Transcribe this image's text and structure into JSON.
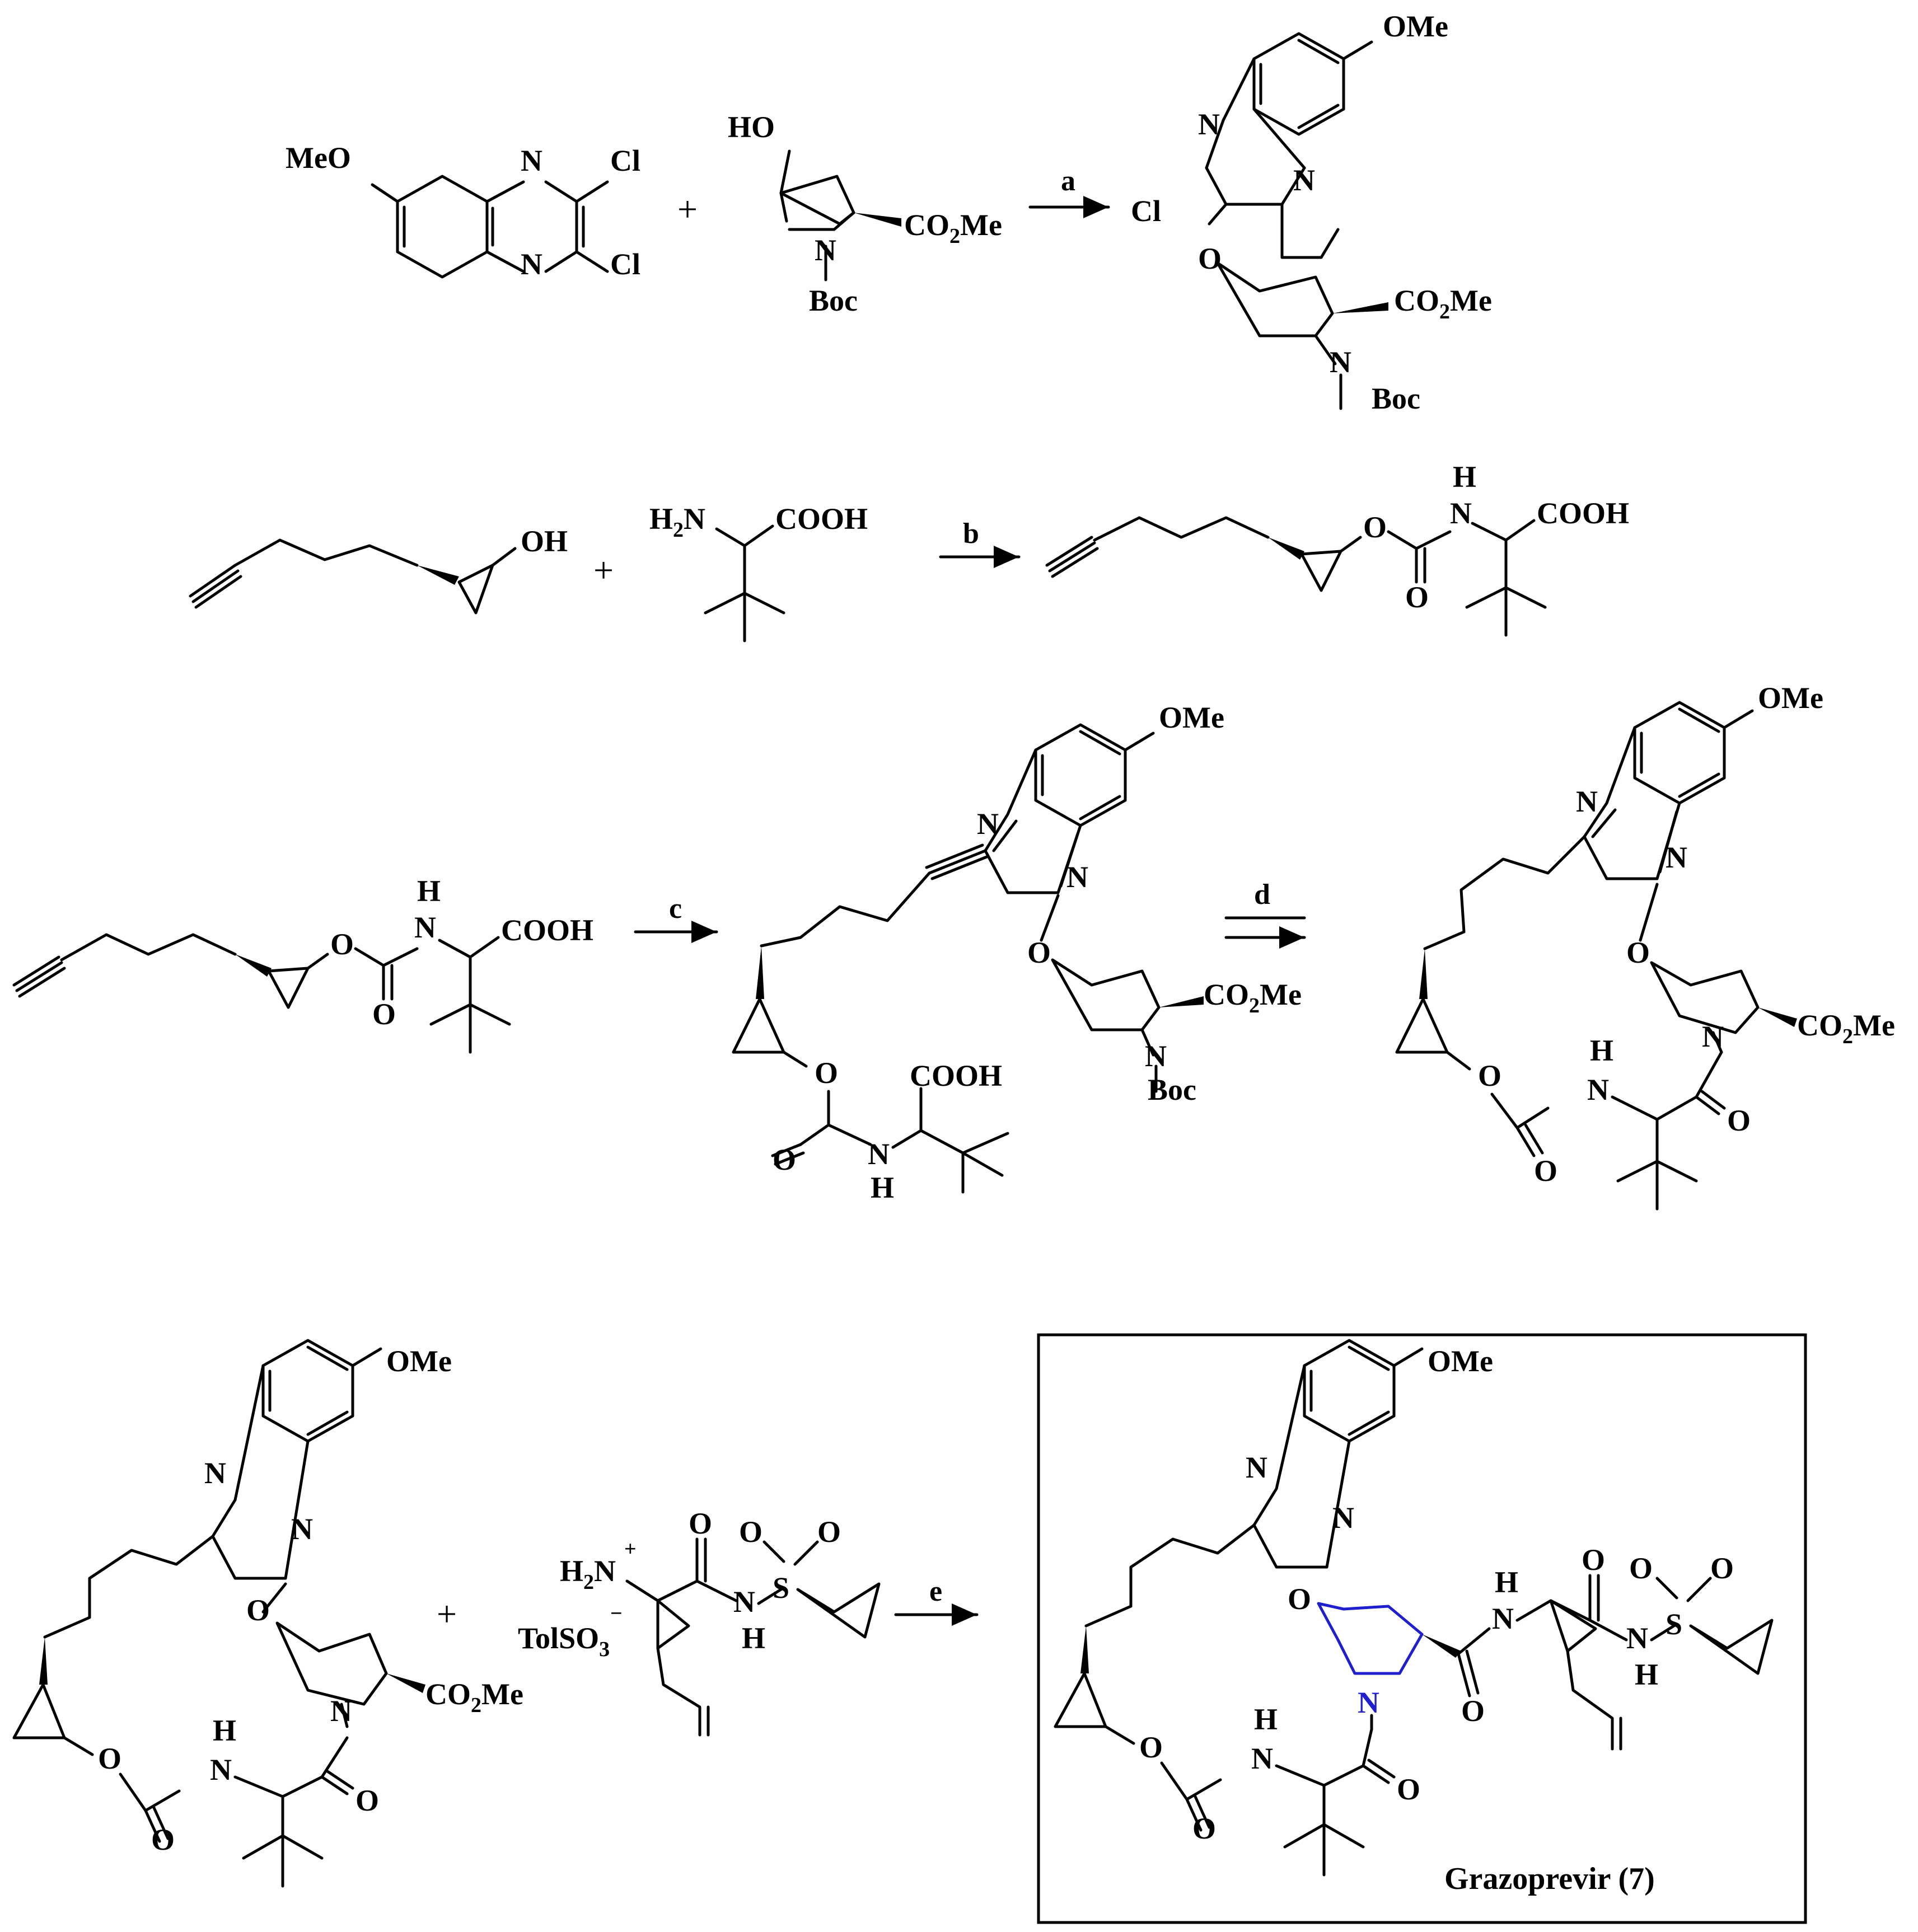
{
  "labels": {
    "OMe": "OMe",
    "MeO": "MeO",
    "N": "N",
    "Cl": "Cl",
    "O": "O",
    "HO": "HO",
    "OH": "OH",
    "H": "H",
    "H2N": "H",
    "H2N_sub": "2",
    "H2N_N": "N",
    "COOH": "COOH",
    "CO2Me_a": "CO",
    "CO2Me_sub": "2",
    "CO2Me_b": "Me",
    "Boc": "Boc",
    "S": "S",
    "plus_charge": "+",
    "minus_charge": "−",
    "TolSO3_a": "TolSO",
    "TolSO3_sub": "3",
    "plus": "+"
  },
  "steps": [
    "a",
    "b",
    "c",
    "d",
    "e"
  ],
  "product_name": "Grazoprevir (7)",
  "colors": {
    "highlight": "#1f1fd0",
    "ink": "#000000"
  }
}
